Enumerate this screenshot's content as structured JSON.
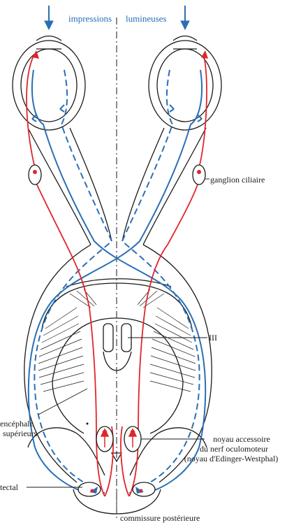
{
  "header": {
    "left_word": "impressions",
    "right_word": "lumineuses"
  },
  "labels": {
    "ganglion": "ganglion ciliaire",
    "nerve_iii": "III",
    "nucleus_line1": "noyau accessoire",
    "nucleus_line2": "du nerf oculomoteur",
    "nucleus_line3": "(noyau d'Edinger-Westphal)",
    "left_label_line1": "encéphale",
    "left_label_line2": "supérieurs",
    "left_label_line3": "tectal",
    "commissure": "commissure postérieure"
  },
  "colors": {
    "afferent": "#2a6fb5",
    "efferent": "#e0262b",
    "outline": "#1a1a1a"
  }
}
